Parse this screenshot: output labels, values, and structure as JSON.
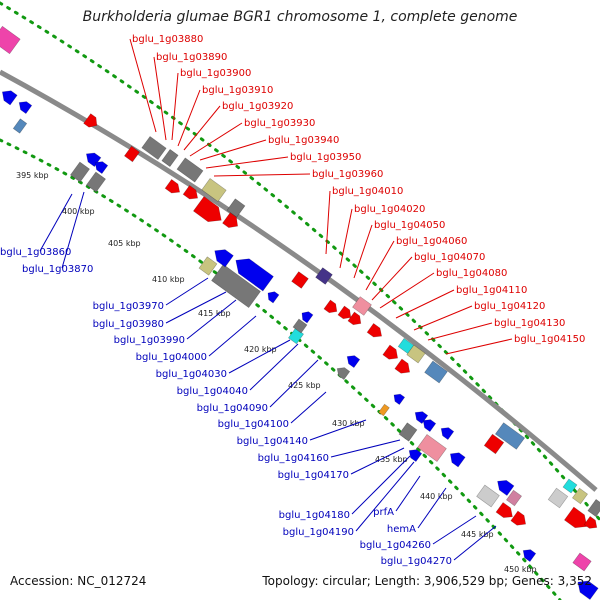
{
  "header": {
    "title": "Burkholderia glumae BGR1 chromosome 1, complete genome"
  },
  "footer": {
    "accession": "Accession: NC_012724",
    "topology": "Topology: circular; Length: 3,906,529 bp; Genes: 3,352"
  },
  "scale_ticks": [
    "395 kbp",
    "400 kbp",
    "405 kbp",
    "410 kbp",
    "415 kbp",
    "420 kbp",
    "425 kbp",
    "430 kbp",
    "435 kbp",
    "440 kbp",
    "445 kbp",
    "450 kbp"
  ],
  "forward_genes": [
    "bglu_1g03880",
    "bglu_1g03890",
    "bglu_1g03900",
    "bglu_1g03910",
    "bglu_1g03920",
    "bglu_1g03930",
    "bglu_1g03940",
    "bglu_1g03950",
    "bglu_1g03960",
    "bglu_1g04010",
    "bglu_1g04020",
    "bglu_1g04050",
    "bglu_1g04060",
    "bglu_1g04070",
    "bglu_1g04080",
    "bglu_1g04110",
    "bglu_1g04120",
    "bglu_1g04130",
    "bglu_1g04150"
  ],
  "reverse_genes": [
    "bglu_1g03860",
    "bglu_1g03870",
    "bglu_1g03970",
    "bglu_1g03980",
    "bglu_1g03990",
    "bglu_1g04000",
    "bglu_1g04030",
    "bglu_1g04040",
    "bglu_1g04090",
    "bglu_1g04100",
    "bglu_1g04140",
    "bglu_1g04160",
    "bglu_1g04170",
    "bglu_1g04180",
    "bglu_1g04190",
    "prfA",
    "hemA",
    "bglu_1g04260",
    "bglu_1g04270"
  ],
  "colors": {
    "forward_label": "#dd0000",
    "reverse_label": "#0000bb",
    "forward_feature": "#ee0000",
    "reverse_feature": "#0000ee",
    "backbone": "#808080",
    "scale_dots": "#119911",
    "gray_feature": "#777777",
    "olive_feature": "#c8c480",
    "pink_feature": "#ef8f9f",
    "cyan_feature": "#22dddd",
    "steelblue_feature": "#5588bb",
    "magenta_feature": "#ee44aa",
    "purple_feature": "#443388",
    "orange_feature": "#ee9922"
  }
}
